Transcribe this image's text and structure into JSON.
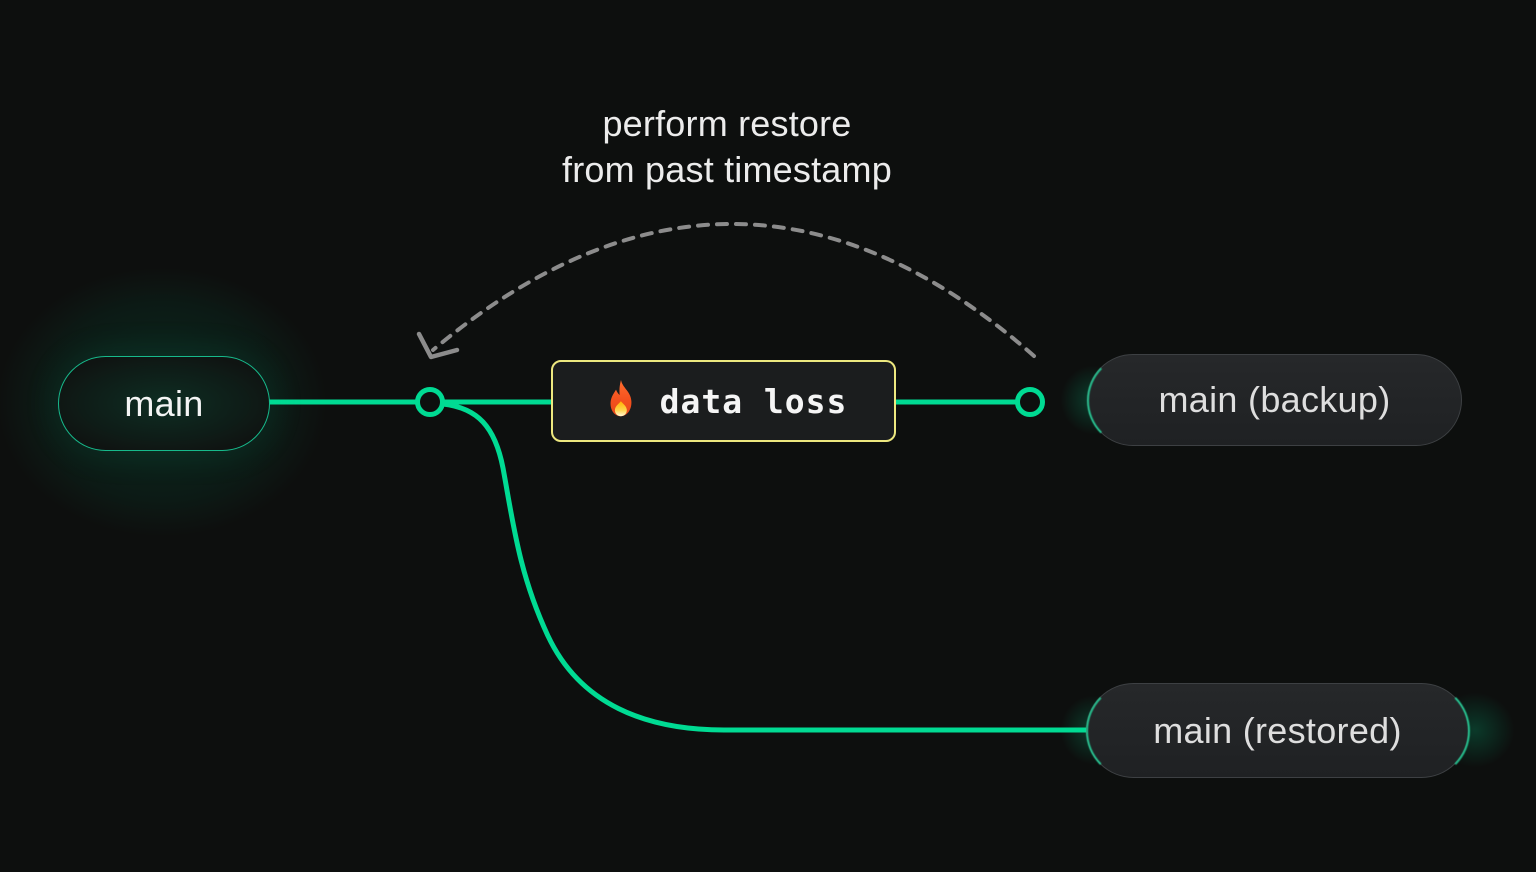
{
  "diagram": {
    "title": "branch restore flow",
    "annotation": {
      "line1": "perform restore",
      "line2": "from past timestamp"
    },
    "event": {
      "icon": "fire-icon",
      "label": "data loss"
    },
    "nodes": {
      "main": {
        "label": "main"
      },
      "backup": {
        "label": "main (backup)"
      },
      "restored": {
        "label": "main (restored)"
      }
    },
    "colors": {
      "background": "#0d0f0e",
      "branch_line_green": "#00db93",
      "glow_green": "#00e599",
      "event_border_yellow": "#ede87f",
      "event_background": "#1b1d1e",
      "grey_pill_background": "#232527",
      "grey_pill_border": "#3d4043",
      "dashed_arc_grey": "#8c8c8c",
      "text_light": "#ececec"
    }
  }
}
